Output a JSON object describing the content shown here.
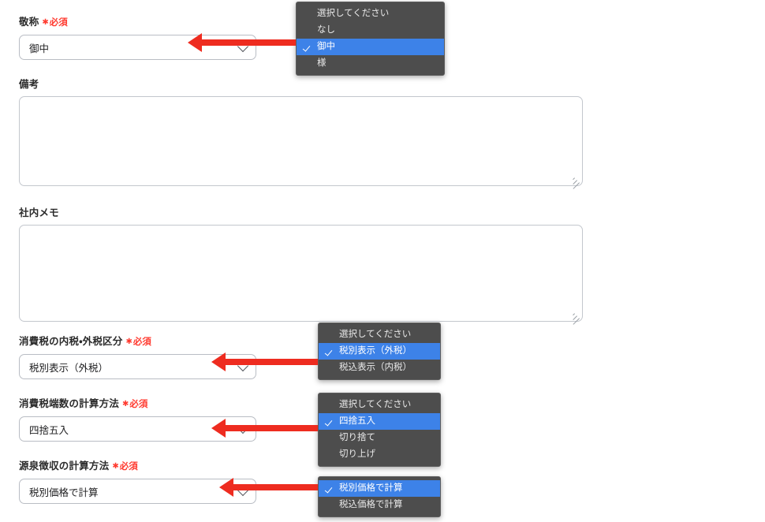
{
  "form": {
    "required_badge": "必須",
    "required_star": "✱",
    "fields": [
      {
        "id": "honorific",
        "label": "敬称",
        "required": true,
        "type": "select",
        "value": "御中",
        "options": [
          "選択してください",
          "なし",
          "御中",
          "様"
        ],
        "selected_index": 2
      },
      {
        "id": "remarks",
        "label": "備考",
        "required": false,
        "type": "textarea",
        "value": "",
        "placeholder": ""
      },
      {
        "id": "internal-memo",
        "label": "社内メモ",
        "required": false,
        "type": "textarea",
        "value": "",
        "placeholder": ""
      },
      {
        "id": "tax-inclusion",
        "label": "消費税の内税・外税区分",
        "required": true,
        "type": "select",
        "value": "税別表示（外税）",
        "options": [
          "選択してください",
          "税別表示（外税）",
          "税込表示（内税）"
        ],
        "selected_index": 1
      },
      {
        "id": "tax-rounding",
        "label": "消費税端数の計算方法",
        "required": true,
        "type": "select",
        "value": "四捨五入",
        "options": [
          "選択してください",
          "四捨五入",
          "切り捨て",
          "切り上げ"
        ],
        "selected_index": 1
      },
      {
        "id": "withholding-method",
        "label": "源泉徴収の計算方法",
        "required": true,
        "type": "select",
        "value": "税別価格で計算",
        "options": [
          "税別価格で計算",
          "税込価格で計算"
        ],
        "selected_index": 0
      }
    ]
  },
  "colors": {
    "required": "#ff3b30",
    "arrow": "#ee2c20",
    "dropdown_bg": "#4d4d4d",
    "dropdown_highlight": "#3d82e8",
    "border": "#b9bdc4"
  },
  "annotations": {
    "arrow_icon": "arrow-left-icon",
    "count": 5
  }
}
